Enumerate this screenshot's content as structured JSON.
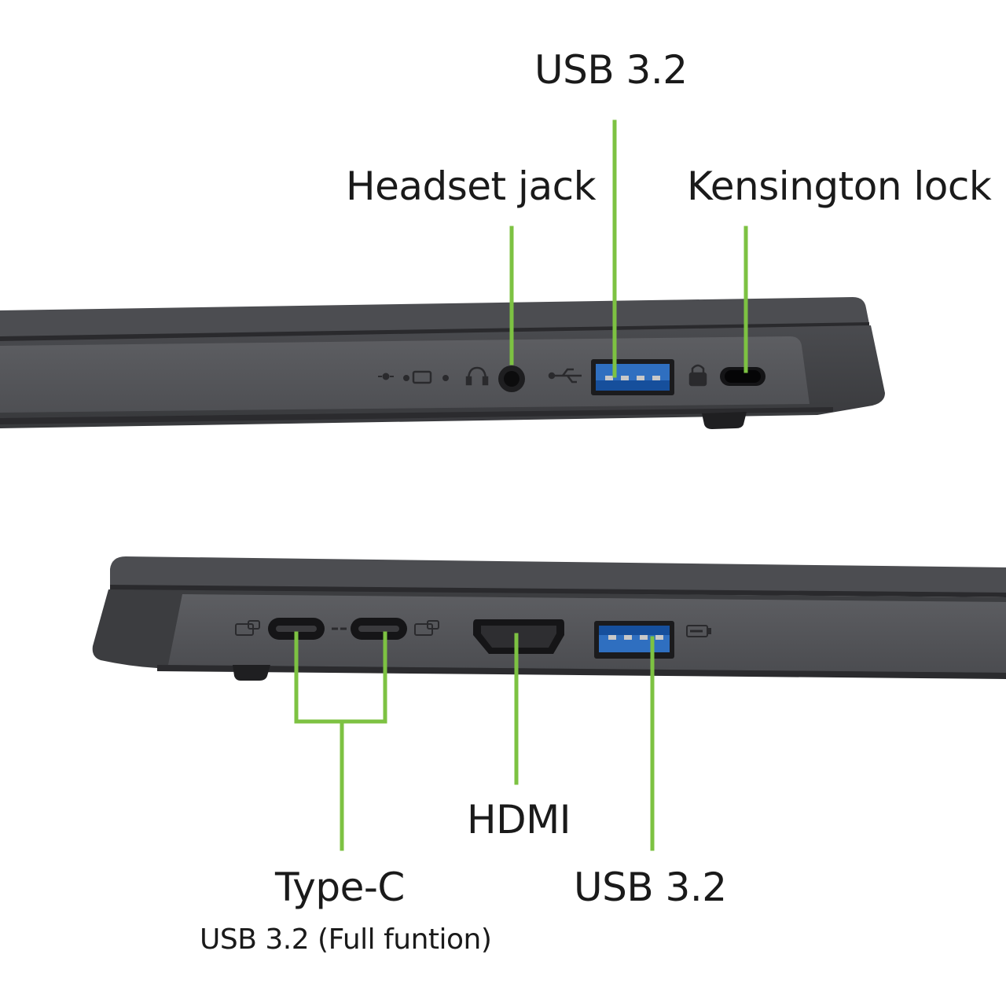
{
  "labels": {
    "usb_top": "USB 3.2",
    "headset_jack": "Headset jack",
    "kensington_lock": "Kensington lock",
    "hdmi": "HDMI",
    "usb_bottom": "USB 3.2",
    "type_c": "Type-C",
    "type_c_sub": "USB 3.2 (Full funtion)"
  },
  "colors": {
    "callout_line": "#7dc242",
    "chassis_dark": "#3e3e42",
    "chassis_face": "#55565a",
    "port_blue": "#2f6fc0",
    "text": "#1a1a1a",
    "background": "#ffffff"
  }
}
